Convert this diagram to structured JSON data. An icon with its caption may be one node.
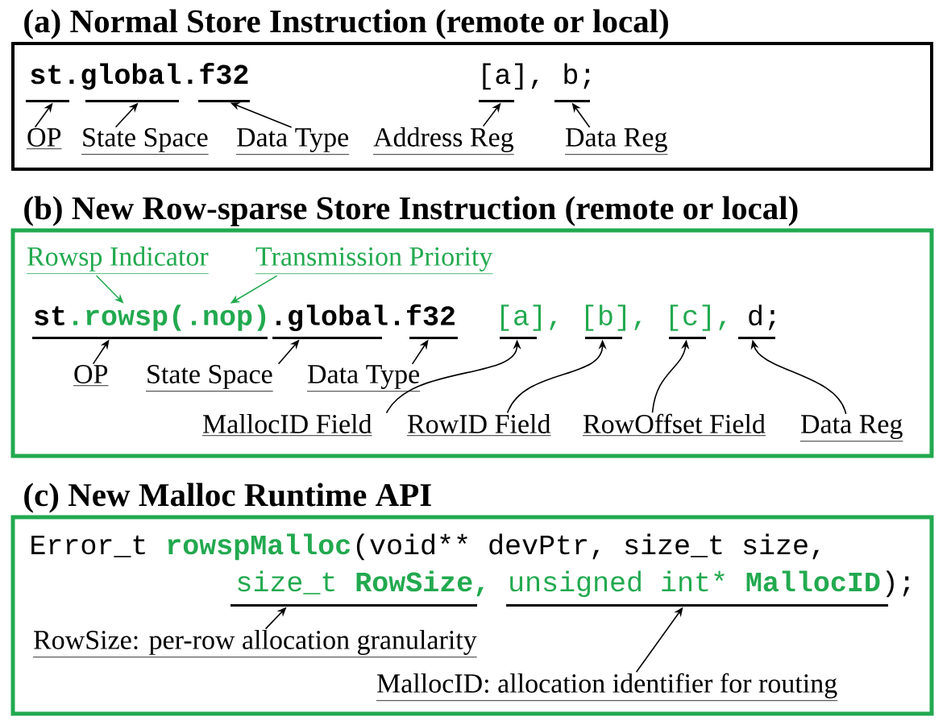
{
  "diagram": {
    "nodes": [
      {
        "text": [
          "(a) Normal Store Instruction (remote or local)",
          "st.global.f32",
          "[a], b;"
        ]
      },
      {
        "text": [],
        "shape": "bar",
        "in": 0
      },
      {
        "text": [],
        "shape": "bar",
        "in": 0
      },
      {
        "text": [],
        "shape": "bar",
        "in": 0
      },
      {
        "text": [],
        "shape": "bar",
        "in": 0
      },
      {
        "text": [],
        "shape": "bar",
        "in": 0
      },
      {
        "text": [
          "OP"
        ],
        "in": 0
      },
      {
        "text": [
          "State Space"
        ],
        "in": 0
      },
      {
        "text": [
          "Data Type"
        ],
        "in": 0
      },
      {
        "text": [
          "Address Reg"
        ],
        "in": 0
      },
      {
        "text": [
          "Data Reg"
        ],
        "in": 0
      },
      {
        "text": [
          "(b) New Row-sparse Store Instruction (remote or local)"
        ]
      },
      {
        "text": [
          "Rowsp Indicator"
        ],
        "in": 11
      },
      {
        "text": [
          "Transmission Priority"
        ],
        "in": 11
      },
      {
        "text": [
          "st"
        ],
        "in": 11
      },
      {
        "text": [
          ".rowsp(.nop)"
        ],
        "in": 11
      },
      {
        "text": [
          ".global.f32"
        ],
        "in": 11
      },
      {
        "text": [
          "[a], [b], [c],"
        ],
        "in": 11
      },
      {
        "text": [
          "d;"
        ],
        "in": 11
      },
      {
        "text": [],
        "shape": "bar",
        "in": 11
      },
      {
        "text": [],
        "shape": "bar",
        "in": 11
      },
      {
        "text": [],
        "shape": "bar",
        "in": 11
      },
      {
        "text": [],
        "shape": "bar",
        "in": 11
      },
      {
        "text": [],
        "shape": "bar",
        "in": 11
      },
      {
        "text": [],
        "shape": "bar",
        "in": 11
      },
      {
        "text": [],
        "shape": "bar",
        "in": 11
      },
      {
        "text": [
          "OP"
        ],
        "in": 11
      },
      {
        "text": [
          "State Space"
        ],
        "in": 11
      },
      {
        "text": [
          "Data Type"
        ],
        "in": 11
      },
      {
        "text": [
          "MallocID Field"
        ],
        "in": 11
      },
      {
        "text": [
          "RowID Field"
        ],
        "in": 11
      },
      {
        "text": [
          "RowOffset Field"
        ],
        "in": 11
      },
      {
        "text": [
          "Data Reg"
        ],
        "in": 11
      },
      {
        "text": [
          "(c) New Malloc Runtime API",
          "Error_t",
          "rowspMalloc",
          "(void** devPtr, size_t size,",
          "size_t",
          "RowSize,",
          "unsigned int*",
          "MallocID",
          ");"
        ]
      },
      {
        "text": [],
        "shape": "bar",
        "in": 33
      },
      {
        "text": [],
        "shape": "bar",
        "in": 33
      },
      {
        "text": [
          "RowSize: per-row allocation granularity"
        ],
        "in": 33
      },
      {
        "text": [
          "MallocID: allocation identifier for routing"
        ],
        "in": 33
      }
    ],
    "edges": [
      {
        "from": 6,
        "to": 1,
        "arrow": "to"
      },
      {
        "from": 7,
        "to": 2,
        "arrow": "to"
      },
      {
        "from": 8,
        "to": 3,
        "arrow": "to"
      },
      {
        "from": 9,
        "to": 4,
        "arrow": "to"
      },
      {
        "from": 10,
        "to": 5,
        "arrow": "to"
      },
      {
        "from": 12,
        "to": 15,
        "arrow": "to",
        "color": "#22a94f"
      },
      {
        "from": 13,
        "to": 15,
        "arrow": "to",
        "color": "#22a94f"
      },
      {
        "from": 26,
        "to": 19,
        "arrow": "to"
      },
      {
        "from": 27,
        "to": 20,
        "arrow": "to"
      },
      {
        "from": 28,
        "to": 21,
        "arrow": "to"
      },
      {
        "from": 29,
        "to": 22,
        "arrow": "to"
      },
      {
        "from": 30,
        "to": 23,
        "arrow": "to"
      },
      {
        "from": 31,
        "to": 24,
        "arrow": "to"
      },
      {
        "from": 32,
        "to": 25,
        "arrow": "to"
      },
      {
        "from": 36,
        "to": 34,
        "arrow": "to"
      },
      {
        "from": 37,
        "to": 35,
        "arrow": "to"
      }
    ]
  }
}
